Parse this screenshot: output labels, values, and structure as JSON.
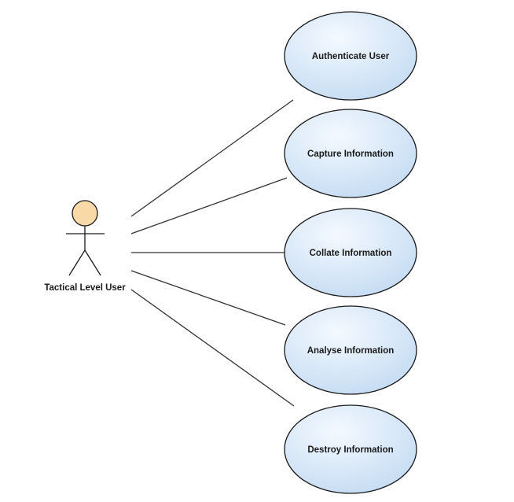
{
  "actor": {
    "name": "Tactical Level User",
    "head_color": "#f9d9a8"
  },
  "use_cases": [
    {
      "label": "Authenticate User"
    },
    {
      "label": "Capture Information"
    },
    {
      "label": "Collate Information"
    },
    {
      "label": "Analyse Information"
    },
    {
      "label": "Destroy Information"
    }
  ],
  "colors": {
    "use_case_fill_light": "#f4f9ff",
    "use_case_fill_dark": "#c5dcf3",
    "outline": "#1a1a1a",
    "line": "#333333"
  }
}
